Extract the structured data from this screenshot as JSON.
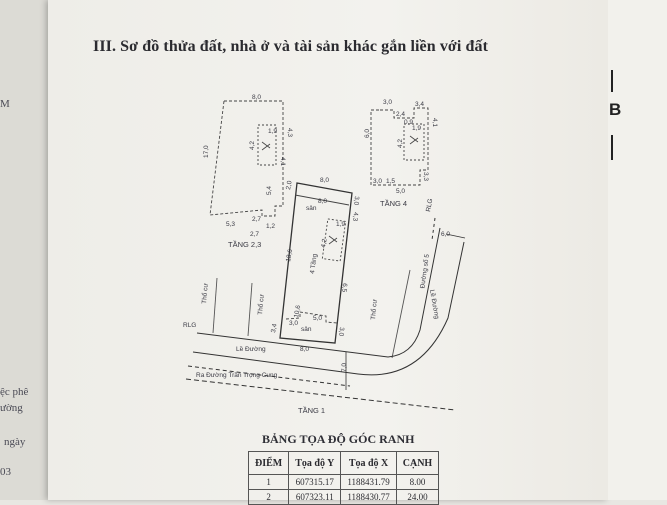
{
  "heading": "III. Sơ đồ thửa đất, nhà ở và tài sản khác gắn liền với đất",
  "side_letter": "B",
  "left_page_fragments": [
    "M",
    "ệc phê",
    "ường",
    "ngày",
    "03"
  ],
  "floors": {
    "tang_2_3": {
      "label": "TẦNG 2,3",
      "dims": [
        "8,0",
        "17,0",
        "4,3",
        "4,2",
        "1,9",
        "4,1",
        "5,4",
        "5,3",
        "2,7",
        "1,2",
        "2,7"
      ]
    },
    "tang_4": {
      "label": "TẦNG 4",
      "dims": [
        "3,0",
        "2,4",
        "3,4",
        "0,9",
        "4,1",
        "6,0",
        "4,2",
        "1,9",
        "3,3",
        "3,0",
        "1,5",
        "5,0"
      ]
    },
    "tang_1": {
      "label": "TẦNG 1",
      "dims": [
        "8,0",
        "2,0",
        "3,0",
        "8,0",
        "4,3",
        "1,9",
        "4,2",
        "18,6",
        "6,5",
        "10,6",
        "3,0",
        "5,0",
        "3,4",
        "3,0",
        "8,0",
        "7,0"
      ],
      "room_labels": [
        "sân",
        "4 Tầng",
        "sân"
      ]
    }
  },
  "neighbors": [
    "Thổ cư",
    "Thổ cư",
    "Thổ cư"
  ],
  "roads": {
    "rlg_left": "RLG",
    "le_duong_1": "Lề Đường",
    "le_duong_2": "Lề Đường",
    "main_road": "Ra Đường Trần Trọng Cung",
    "street_5": "Đường số 5",
    "rlg_right": "RLG",
    "road_width": "6,0"
  },
  "table": {
    "title": "BẢNG TỌA ĐỘ GÓC RANH",
    "headers": [
      "ĐIỂM",
      "Tọa độ Y",
      "Tọa độ X",
      "CẠNH"
    ],
    "rows": [
      [
        "1",
        "607315.17",
        "1188431.79",
        "8.00"
      ],
      [
        "2",
        "607323.11",
        "1188430.77",
        "24.00"
      ]
    ]
  }
}
